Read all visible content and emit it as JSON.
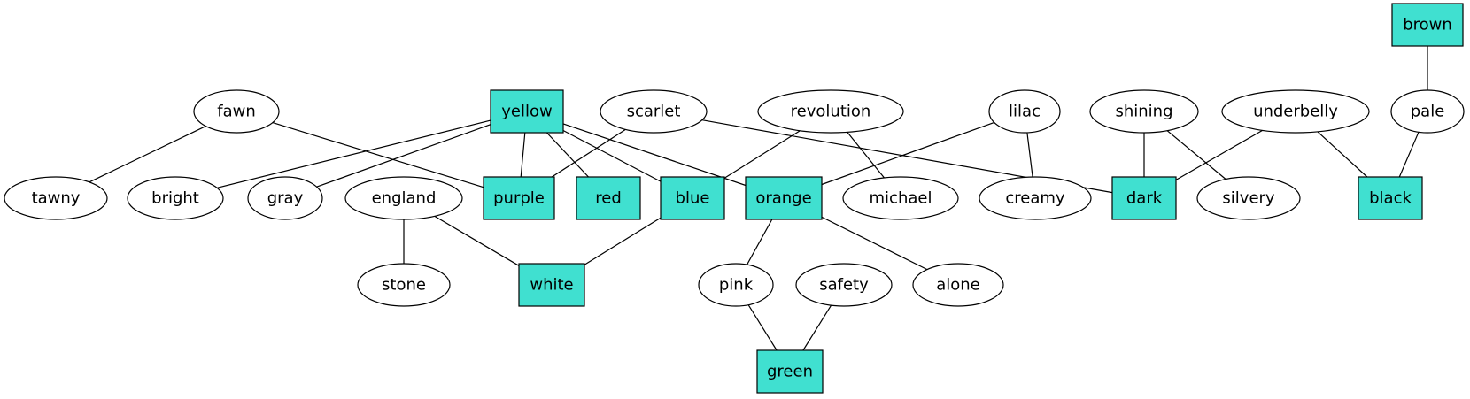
{
  "diagram": {
    "type": "undirected-graph",
    "colors": {
      "box_fill": "#40E0D0",
      "ellipse_fill": "#FFFFFF",
      "stroke": "#000000"
    },
    "nodes": [
      {
        "id": "brown",
        "label": "brown",
        "shape": "box"
      },
      {
        "id": "fawn",
        "label": "fawn",
        "shape": "ellipse"
      },
      {
        "id": "yellow",
        "label": "yellow",
        "shape": "box"
      },
      {
        "id": "scarlet",
        "label": "scarlet",
        "shape": "ellipse"
      },
      {
        "id": "revolution",
        "label": "revolution",
        "shape": "ellipse"
      },
      {
        "id": "lilac",
        "label": "lilac",
        "shape": "ellipse"
      },
      {
        "id": "shining",
        "label": "shining",
        "shape": "ellipse"
      },
      {
        "id": "underbelly",
        "label": "underbelly",
        "shape": "ellipse"
      },
      {
        "id": "pale",
        "label": "pale",
        "shape": "ellipse"
      },
      {
        "id": "tawny",
        "label": "tawny",
        "shape": "ellipse"
      },
      {
        "id": "bright",
        "label": "bright",
        "shape": "ellipse"
      },
      {
        "id": "gray",
        "label": "gray",
        "shape": "ellipse"
      },
      {
        "id": "england",
        "label": "england",
        "shape": "ellipse"
      },
      {
        "id": "purple",
        "label": "purple",
        "shape": "box"
      },
      {
        "id": "red",
        "label": "red",
        "shape": "box"
      },
      {
        "id": "blue",
        "label": "blue",
        "shape": "box"
      },
      {
        "id": "orange",
        "label": "orange",
        "shape": "box"
      },
      {
        "id": "michael",
        "label": "michael",
        "shape": "ellipse"
      },
      {
        "id": "creamy",
        "label": "creamy",
        "shape": "ellipse"
      },
      {
        "id": "dark",
        "label": "dark",
        "shape": "box"
      },
      {
        "id": "silvery",
        "label": "silvery",
        "shape": "ellipse"
      },
      {
        "id": "black",
        "label": "black",
        "shape": "box"
      },
      {
        "id": "stone",
        "label": "stone",
        "shape": "ellipse"
      },
      {
        "id": "white",
        "label": "white",
        "shape": "box"
      },
      {
        "id": "pink",
        "label": "pink",
        "shape": "ellipse"
      },
      {
        "id": "safety",
        "label": "safety",
        "shape": "ellipse"
      },
      {
        "id": "alone",
        "label": "alone",
        "shape": "ellipse"
      },
      {
        "id": "green",
        "label": "green",
        "shape": "box"
      }
    ],
    "edges": [
      [
        "brown",
        "pale"
      ],
      [
        "fawn",
        "tawny"
      ],
      [
        "fawn",
        "purple"
      ],
      [
        "yellow",
        "bright"
      ],
      [
        "yellow",
        "gray"
      ],
      [
        "yellow",
        "purple"
      ],
      [
        "yellow",
        "red"
      ],
      [
        "yellow",
        "blue"
      ],
      [
        "yellow",
        "orange"
      ],
      [
        "scarlet",
        "purple"
      ],
      [
        "scarlet",
        "dark"
      ],
      [
        "revolution",
        "blue"
      ],
      [
        "revolution",
        "michael"
      ],
      [
        "lilac",
        "orange"
      ],
      [
        "lilac",
        "creamy"
      ],
      [
        "shining",
        "dark"
      ],
      [
        "shining",
        "silvery"
      ],
      [
        "underbelly",
        "dark"
      ],
      [
        "underbelly",
        "black"
      ],
      [
        "pale",
        "black"
      ],
      [
        "england",
        "stone"
      ],
      [
        "england",
        "white"
      ],
      [
        "blue",
        "white"
      ],
      [
        "orange",
        "pink"
      ],
      [
        "orange",
        "alone"
      ],
      [
        "pink",
        "green"
      ],
      [
        "safety",
        "green"
      ]
    ]
  }
}
